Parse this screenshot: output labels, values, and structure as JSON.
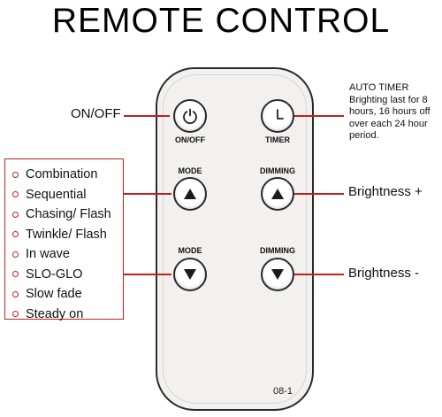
{
  "title": "REMOTE CONTROL",
  "remote": {
    "buttons": {
      "onoff": {
        "label": "ON/OFF",
        "icon": "power-icon"
      },
      "timer": {
        "label": "TIMER",
        "icon": "clock-icon"
      },
      "mode_up": {
        "label": "MODE",
        "icon": "triangle-up-icon"
      },
      "dimming_up": {
        "label": "DIMMING",
        "icon": "triangle-up-icon"
      },
      "mode_down": {
        "label": "MODE",
        "icon": "triangle-down-icon"
      },
      "dimming_down": {
        "label": "DIMMING",
        "icon": "triangle-down-icon"
      }
    },
    "model": "08-1"
  },
  "callouts": {
    "onoff": "ON/OFF",
    "brightness_up": "Brightness +",
    "brightness_down": "Brightness -",
    "timer_title": "AUTO TIMER",
    "timer_body": "Brighting last for 8 hours, 16 hours off over each 24 hour period."
  },
  "modes": [
    "Combination",
    "Sequential",
    "Chasing/ Flash",
    "Twinkle/ Flash",
    "In wave",
    "SLO-GLO",
    "Slow fade",
    "Steady on"
  ],
  "colors": {
    "accent": "#c0211f",
    "remote_body": "#f2f1ef",
    "outline": "#2a2a2a"
  }
}
